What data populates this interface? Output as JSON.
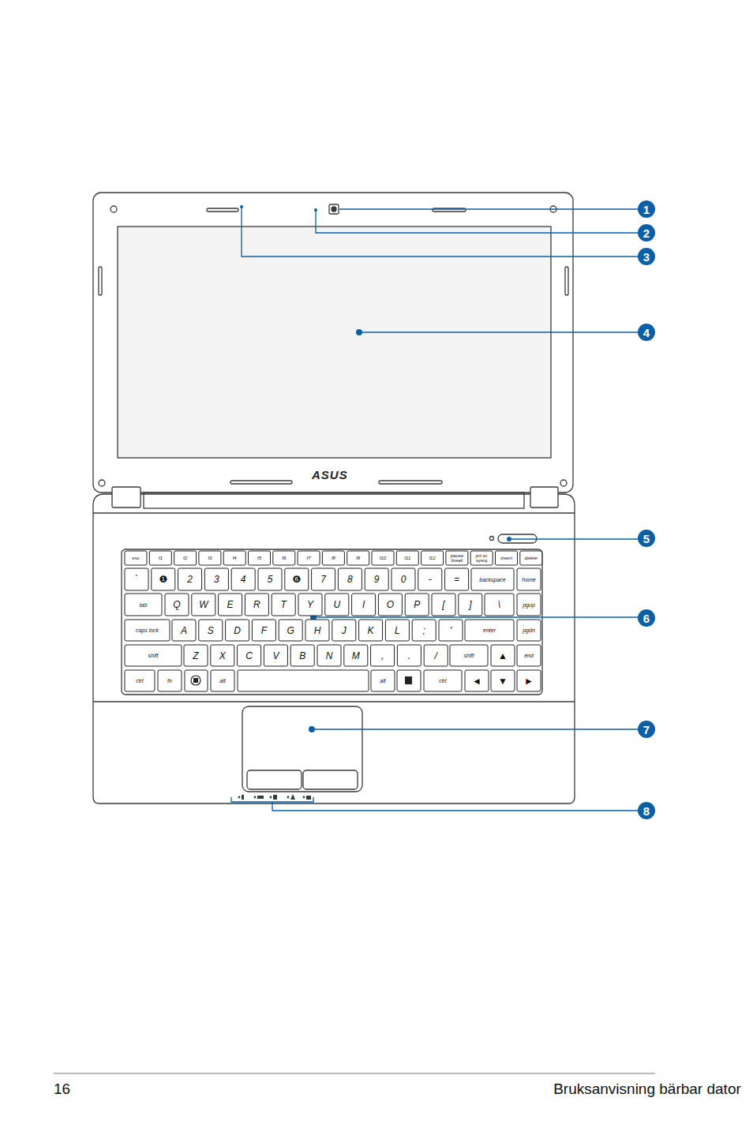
{
  "diagram": {
    "labels": [
      "1",
      "2",
      "3",
      "4",
      "ASUS",
      "5",
      "esc",
      "f1",
      "f2",
      "f3",
      "f4",
      "f5",
      "f6",
      "f7",
      "f8",
      "f9",
      "f10",
      "f11",
      "f12",
      "pause break",
      "prt sc sysrq",
      "insert",
      "delete",
      "`",
      "❶",
      "2",
      "3",
      "4",
      "5",
      "❻",
      "7",
      "8",
      "9",
      "0",
      "-",
      "=",
      "backspace",
      "home",
      "tab",
      "Q",
      "W",
      "E",
      "R",
      "T",
      "Y",
      "U",
      "I",
      "O",
      "P",
      "[",
      "]",
      "\\",
      "pgup",
      "caps lock",
      "A",
      "S",
      "D",
      "F",
      "G",
      "H",
      "J",
      "K",
      "L",
      ";",
      "'",
      "enter",
      "pgdn",
      "shift",
      "Z",
      "X",
      "C",
      "V",
      "B",
      "N",
      "M",
      ",",
      ".",
      "/",
      "shift",
      "▲",
      "end",
      "ctrl",
      "fn",
      "alt",
      "alt",
      "ctrl",
      "◄",
      "▼",
      "►",
      "6",
      "7",
      "8",
      "16",
      "Bruksanvisning bärbar dator"
    ]
  }
}
